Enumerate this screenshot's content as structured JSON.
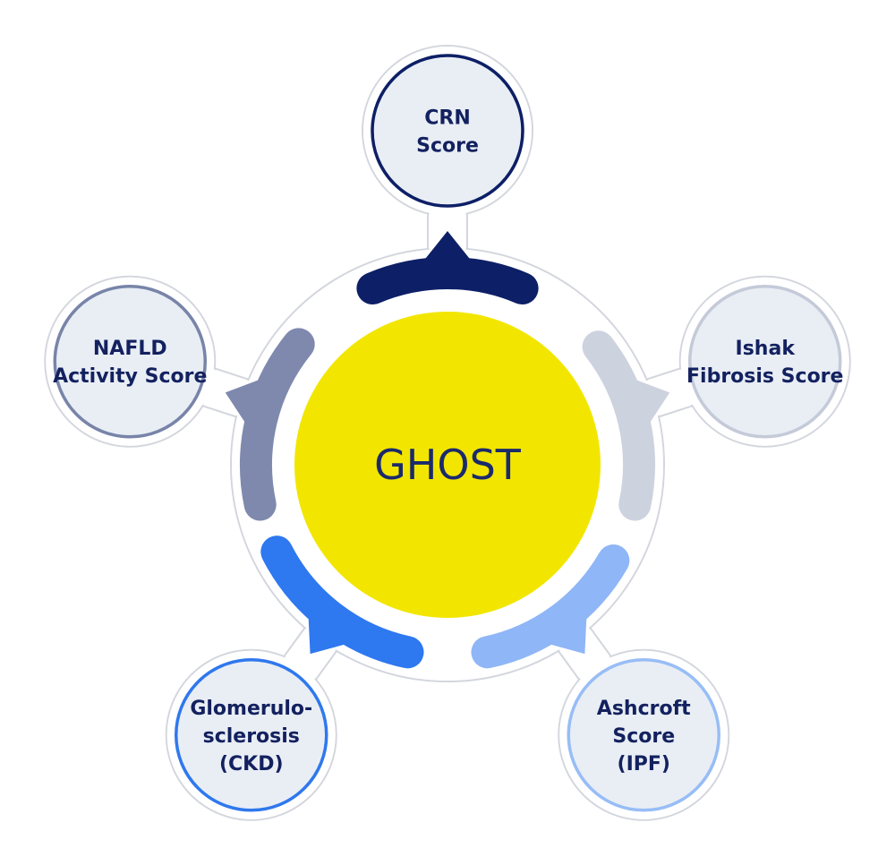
{
  "center": {
    "label": "GHOST",
    "fill": "#F2E600",
    "text_color": "#1B2A6B"
  },
  "nodes": [
    {
      "id": "crn",
      "lines": [
        "CRN",
        "Score"
      ],
      "ring_color": "#0D1F66",
      "arc_color": "#0D1F66"
    },
    {
      "id": "ishak",
      "lines": [
        "Ishak",
        "Fibrosis Score"
      ],
      "ring_color": "#C4CAD8",
      "arc_color": "#CDD2DF"
    },
    {
      "id": "ashcroft",
      "lines": [
        "Ashcroft",
        "Score",
        "(IPF)"
      ],
      "ring_color": "#98BDF6",
      "arc_color": "#8FB6F6"
    },
    {
      "id": "glomerulo",
      "lines": [
        "Glomerulo-",
        "sclerosis",
        "(CKD)"
      ],
      "ring_color": "#2F78EE",
      "arc_color": "#2E78F0"
    },
    {
      "id": "nafld",
      "lines": [
        "NAFLD",
        "Activity Score"
      ],
      "ring_color": "#7884A8",
      "arc_color": "#7F89AE"
    }
  ],
  "colors": {
    "node_fill": "#E9EEF5",
    "node_text": "#13215F",
    "outline": "#D3D6DD",
    "background": "#FFFFFF"
  }
}
